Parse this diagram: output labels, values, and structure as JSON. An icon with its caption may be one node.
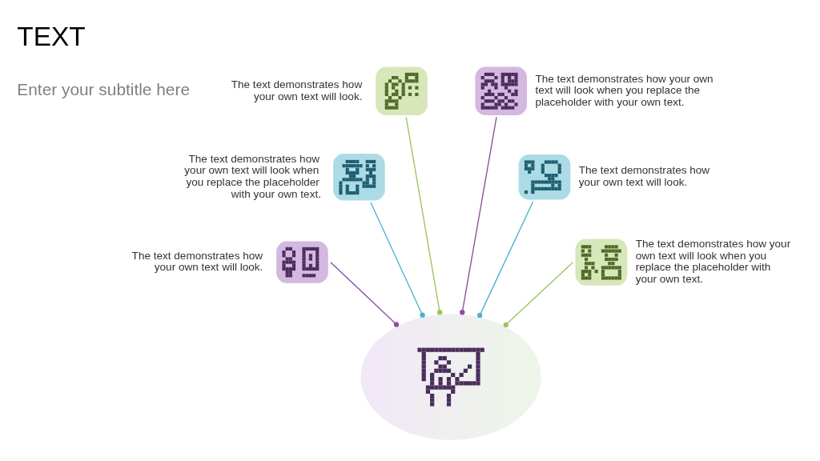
{
  "diagram": {
    "title": "TEXT",
    "nodes": [
      {
        "text": [],
        "shape": "picture",
        "beside": [
          "The text demonstrates how your own text will look."
        ]
      },
      {
        "text": [],
        "shape": "picture",
        "beside": [
          "The text demonstrates how your own text will look when you replace the placeholder with your own text."
        ]
      },
      {
        "text": [],
        "shape": "picture",
        "beside": [
          "The text demonstrates how your own text will look when you replace the placeholder with your own text."
        ]
      },
      {
        "text": [],
        "shape": "picture",
        "beside": [
          "The text demonstrates how your own text will look."
        ]
      },
      {
        "text": [],
        "shape": "picture"
      },
      {
        "text": [],
        "shape": "picture",
        "beside": [
          "The text demonstrates how your own text will look."
        ]
      },
      {
        "text": [],
        "shape": "picture",
        "beside": [
          "The text demonstrates how your own text will look when you replace the placeholder with your own text."
        ]
      }
    ],
    "edges": [
      {
        "from": 0,
        "to": 4,
        "arrow": "other",
        "color": "#9cc45c"
      },
      {
        "from": 1,
        "to": 4,
        "arrow": "other",
        "color": "#8a4f9e"
      },
      {
        "from": 2,
        "to": 4,
        "arrow": "other",
        "color": "#4db3cf"
      },
      {
        "from": 3,
        "to": 4,
        "arrow": "other",
        "color": "#4db3cf"
      },
      {
        "from": 5,
        "to": 4,
        "arrow": "other",
        "color": "#8a4f9e"
      },
      {
        "from": 6,
        "to": 4,
        "arrow": "other",
        "color": "#9cc45c"
      }
    ],
    "labels": [
      "Enter your subtitle here"
    ]
  }
}
